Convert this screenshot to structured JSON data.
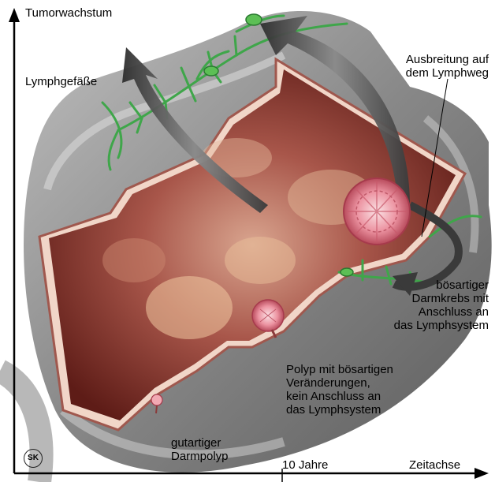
{
  "axes": {
    "y_label": "Tumorwachstum",
    "x_label": "Zeitachse",
    "x_mark": "10 Jahre"
  },
  "labels": {
    "lymph_vessels": "Lymphgefäße",
    "spread": [
      "Ausbreitung auf",
      "dem Lymphweg"
    ],
    "malignant_cancer": [
      "bösartiger",
      "Darmkrebs mit",
      "Anschluss an",
      "das Lymphsystem"
    ],
    "polyp_malignant": [
      "Polyp mit bösartigen",
      "Veränderungen,",
      "kein Anschluss an",
      "das Lymphsystem"
    ],
    "benign_polyp": [
      "gutartiger",
      "Darmpolyp"
    ]
  },
  "signature": "SK",
  "colors": {
    "lymph": "#3fa64a",
    "mucosa": "#7a2a22",
    "arrow": "#4a4a4a",
    "tumor": "#e88a96"
  }
}
